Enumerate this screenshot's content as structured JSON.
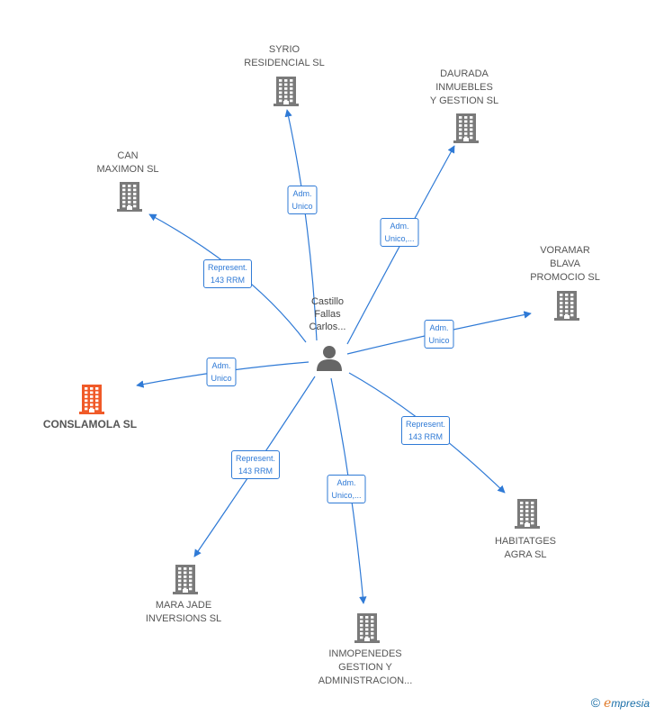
{
  "center": {
    "lines": [
      "Castillo",
      "Fallas",
      "Carlos..."
    ]
  },
  "nodes": [
    {
      "id": "syrio",
      "lines": [
        "SYRIO",
        "RESIDENCIAL SL"
      ],
      "focus": false
    },
    {
      "id": "daurada",
      "lines": [
        "DAURADA",
        "INMUEBLES",
        "Y GESTION  SL"
      ],
      "focus": false
    },
    {
      "id": "can",
      "lines": [
        "CAN",
        "MAXIMON SL"
      ],
      "focus": false
    },
    {
      "id": "voramar",
      "lines": [
        "VORAMAR",
        "BLAVA",
        "PROMOCIO SL"
      ],
      "focus": false
    },
    {
      "id": "conslamola",
      "lines": [
        "CONSLAMOLA SL"
      ],
      "focus": true
    },
    {
      "id": "habitatges",
      "lines": [
        "HABITATGES",
        "AGRA SL"
      ],
      "focus": false
    },
    {
      "id": "mara",
      "lines": [
        "MARA JADE",
        "INVERSIONS SL"
      ],
      "focus": false
    },
    {
      "id": "inmopenedes",
      "lines": [
        "INMOPENEDES",
        "GESTION Y",
        "ADMINISTRACION..."
      ],
      "focus": false
    }
  ],
  "edges": [
    {
      "to": "syrio",
      "label": [
        "Adm.",
        "Unico"
      ]
    },
    {
      "to": "daurada",
      "label": [
        "Adm.",
        "Unico,..."
      ]
    },
    {
      "to": "can",
      "label": [
        "Represent.",
        "143 RRM"
      ]
    },
    {
      "to": "voramar",
      "label": [
        "Adm.",
        "Unico"
      ]
    },
    {
      "to": "conslamola",
      "label": [
        "Adm.",
        "Unico"
      ]
    },
    {
      "to": "habitatges",
      "label": [
        "Represent.",
        "143 RRM"
      ]
    },
    {
      "to": "mara",
      "label": [
        "Represent.",
        "143 RRM"
      ]
    },
    {
      "to": "inmopenedes",
      "label": [
        "Adm.",
        "Unico,..."
      ]
    }
  ],
  "colors": {
    "edge": "#2f7ad6",
    "building": "#7a7a7a",
    "focus_building": "#f05a28",
    "person": "#666666"
  },
  "copyright": {
    "symbol": "©",
    "brand_first": "e",
    "brand_rest": "mpresia"
  }
}
